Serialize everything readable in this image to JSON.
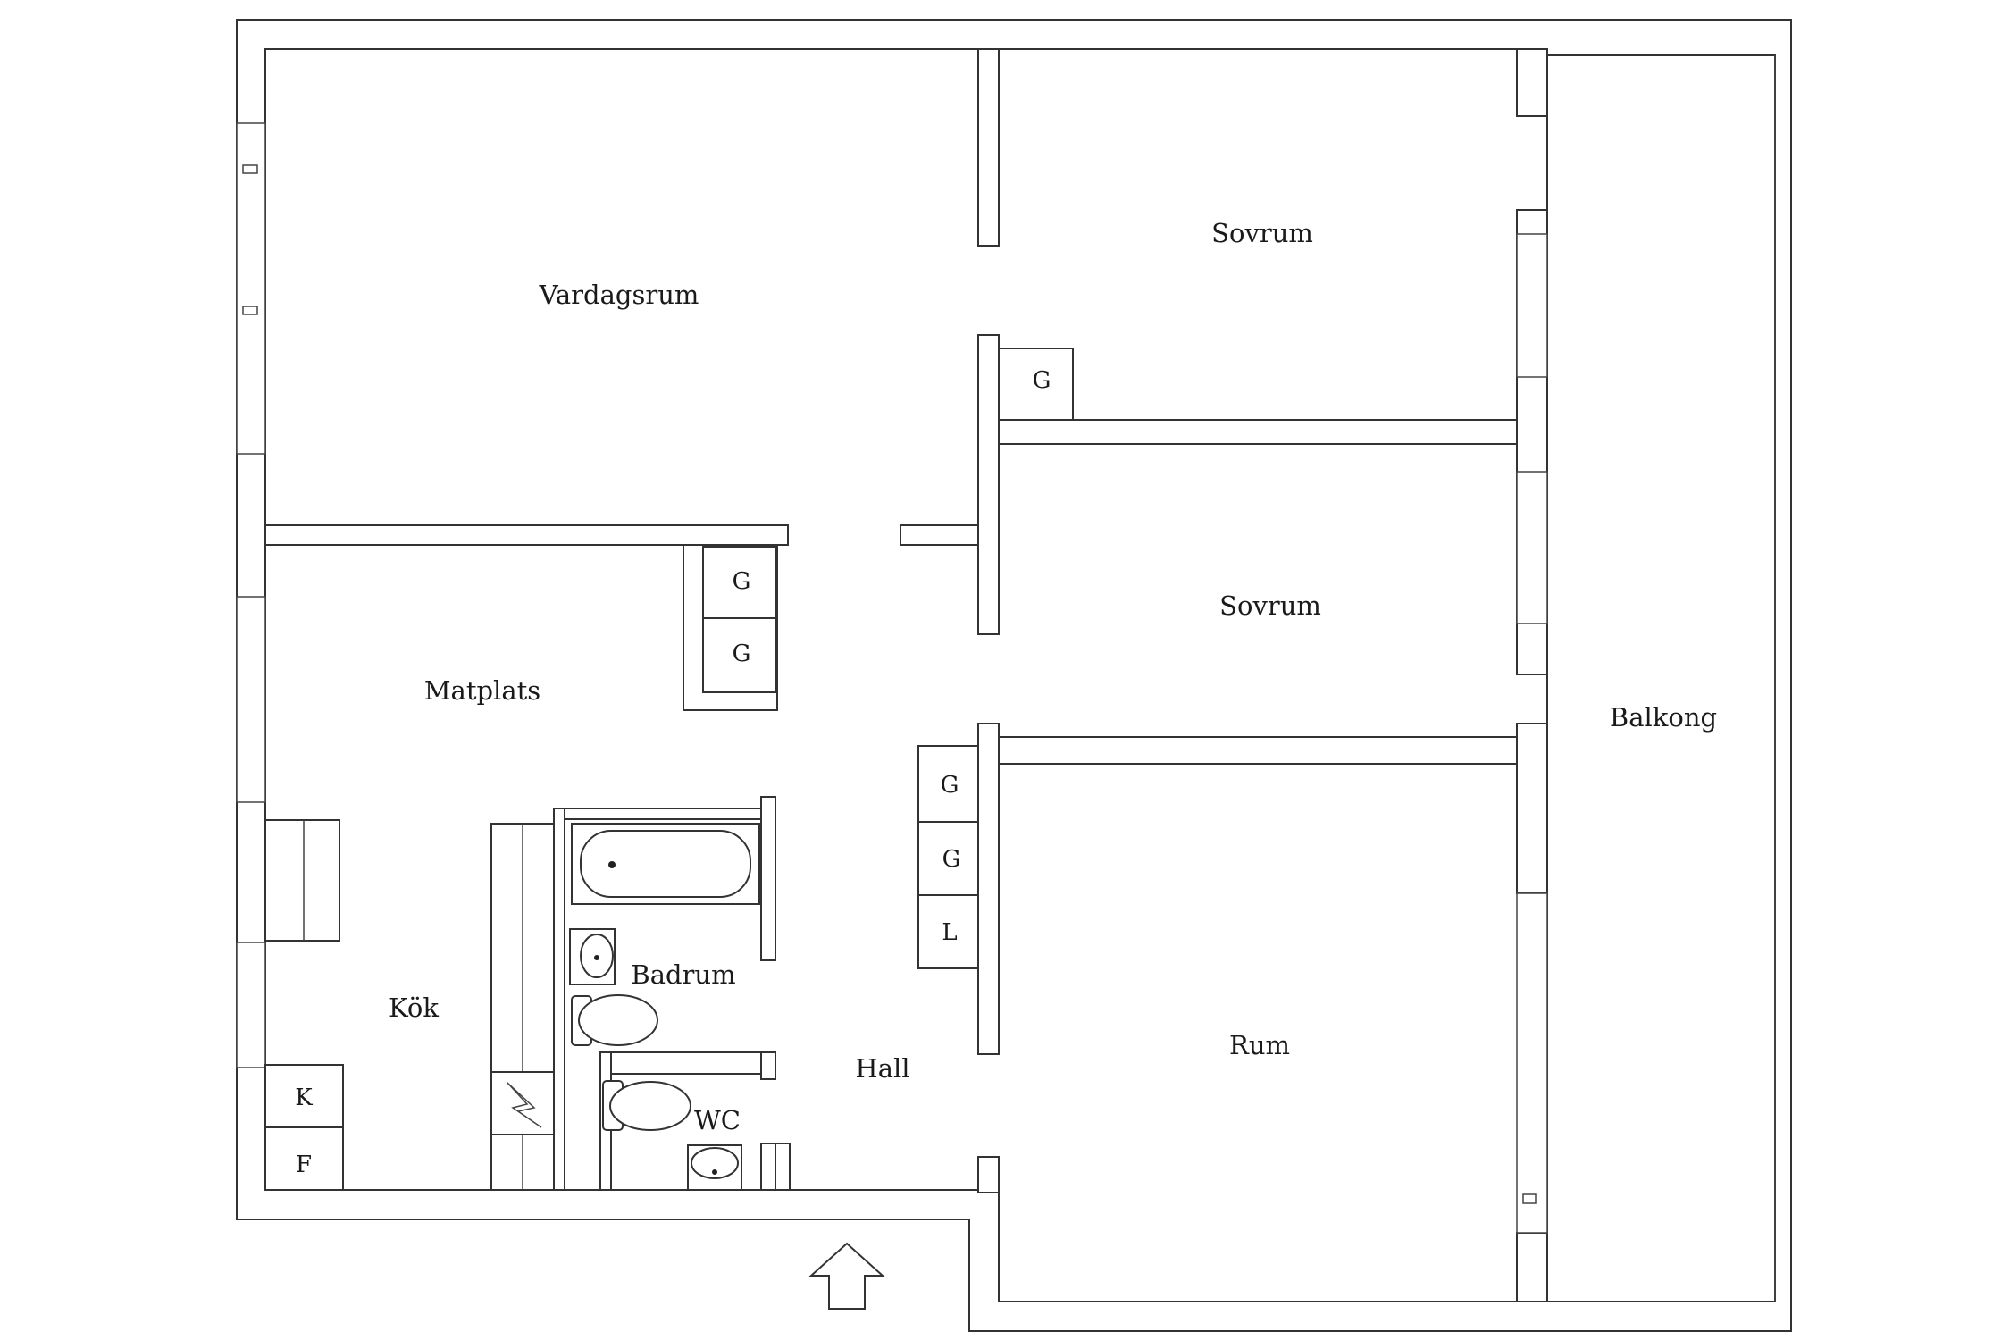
{
  "rooms": {
    "vardagsrum": "Vardagsrum",
    "sovrum_top": "Sovrum",
    "sovrum_mid": "Sovrum",
    "matplats": "Matplats",
    "badrum": "Badrum",
    "kok": "Kök",
    "wc": "WC",
    "hall": "Hall",
    "rum": "Rum",
    "balkong": "Balkong"
  },
  "closets": {
    "sovrum_g": "G",
    "hall_g1": "G",
    "hall_g2": "G",
    "entry_g1": "G",
    "entry_g2": "G",
    "entry_l": "L",
    "kitchen_k": "K",
    "kitchen_f": "F"
  }
}
